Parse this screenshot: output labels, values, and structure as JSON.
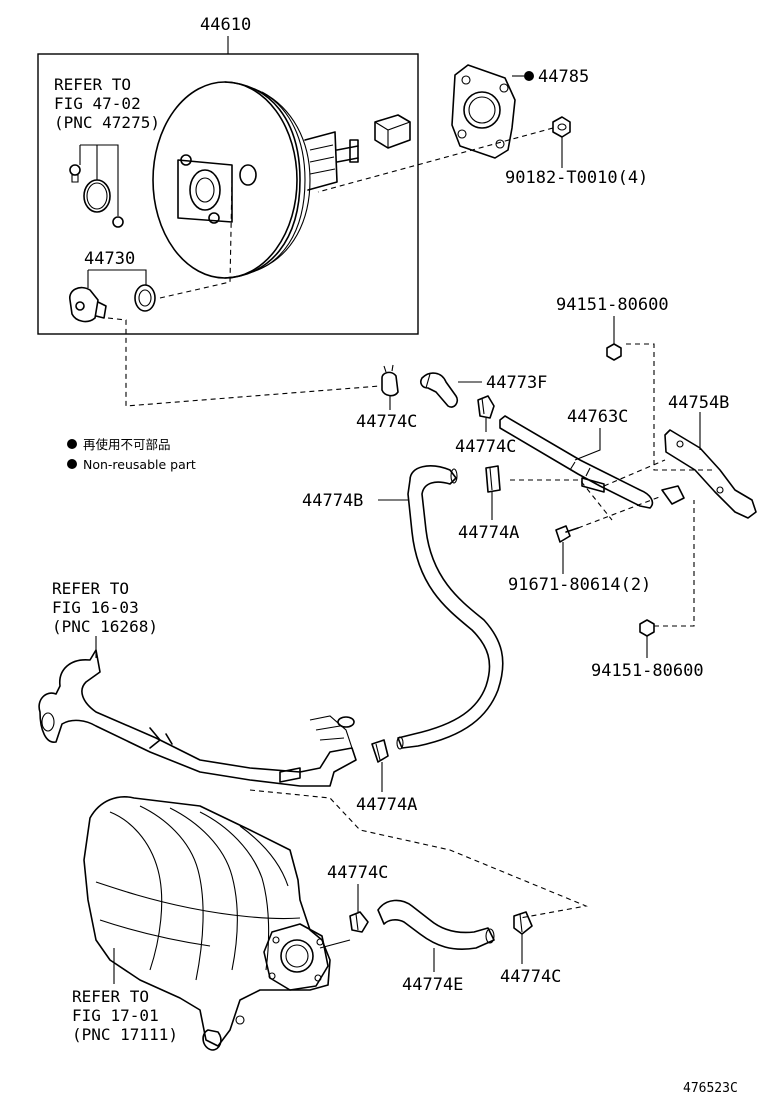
{
  "labels": {
    "booster": "44610",
    "gasket": "44785",
    "nut_a": "90182-T0010(4)",
    "check_valve_kit": "44730",
    "nut_b_top": "94151-80600",
    "hose_f": "44773F",
    "clip_c1": "44774C",
    "clip_c2": "44774C",
    "tube_c": "44763C",
    "bracket_b": "44754B",
    "hose_b": "44774B",
    "clamp_a1": "44774A",
    "bolt": "91671-80614(2)",
    "nut_b_bottom": "94151-80600",
    "clamp_a2": "44774A",
    "clip_c3": "44774C",
    "hose_e": "44774E",
    "clip_c4": "44774C",
    "diagram_id": "476523C"
  },
  "refs": {
    "ref1": [
      "REFER TO",
      "FIG 47-02",
      "(PNC 47275)"
    ],
    "ref2": [
      "REFER TO",
      "FIG 16-03",
      "(PNC 16268)"
    ],
    "ref3": [
      "REFER TO",
      "FIG 17-01",
      "(PNC 17111)"
    ]
  },
  "legend": {
    "line1": "再使用不可部品",
    "line2": "Non-reusable part"
  }
}
